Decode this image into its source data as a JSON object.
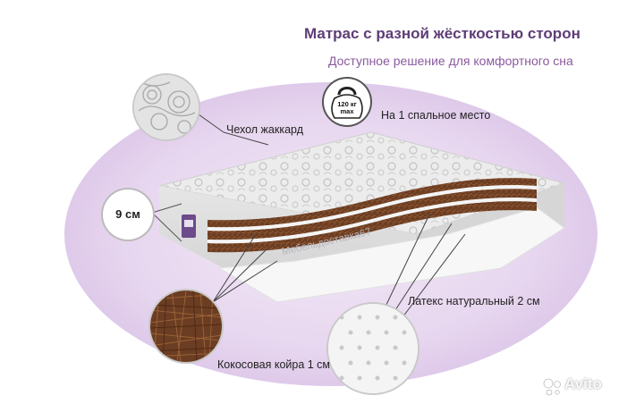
{
  "header": {
    "title": "Матрас с разной жёсткостью сторон",
    "subtitle": "Доступное решение для комфортного сна"
  },
  "labels": {
    "cover": "Чехол жаккард",
    "sleeping_place": "На 1 спальное место",
    "height": "9 см",
    "latex": "Латекс натуральный 2 см",
    "coir": "Кокосовая койра 1 см"
  },
  "weight_badge": {
    "value": "120 кг",
    "unit": "max"
  },
  "watermark": "Мебельдоставка67",
  "brand": "Avito",
  "colors": {
    "title": "#5e3d76",
    "subtitle": "#8a5a9e",
    "halo": "#e7d6ef",
    "coir": "#6b3d22"
  }
}
